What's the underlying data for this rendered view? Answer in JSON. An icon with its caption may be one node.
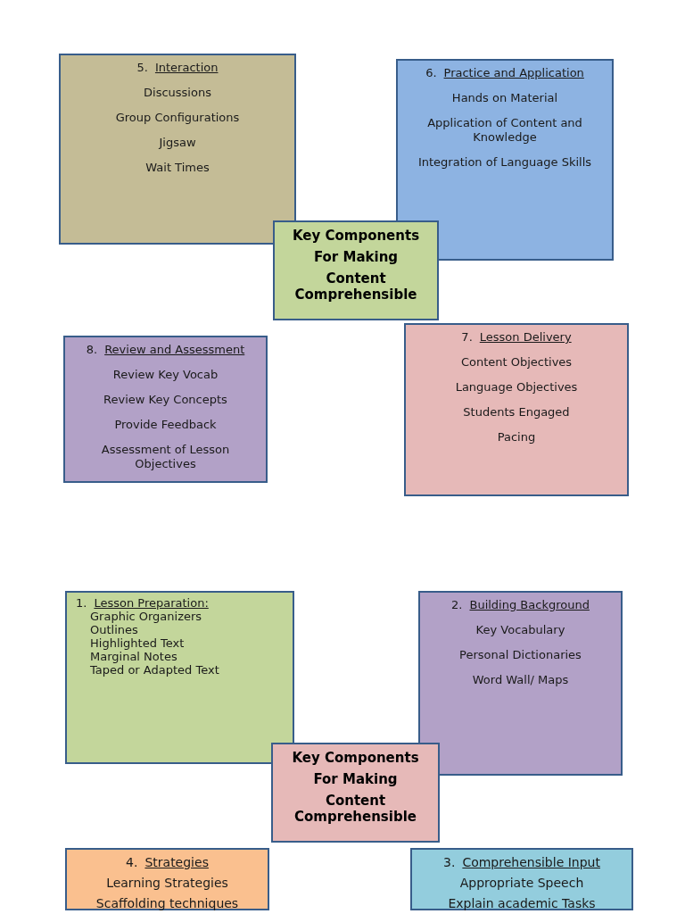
{
  "diagram": {
    "nodes": [
      {
        "text": [
          "5.",
          "Interaction",
          "Discussions",
          "Group Configurations",
          "Jigsaw",
          "Wait Times"
        ]
      },
      {
        "text": [
          "6.",
          "Practice and Application",
          "Hands on Material",
          "Application of Content and Knowledge",
          "Integration of Language Skills"
        ]
      },
      {
        "text": [
          "Key Components",
          "For Making",
          "Content Comprehensible"
        ]
      },
      {
        "text": [
          "7.",
          "Lesson Delivery",
          "Content Objectives",
          "Language Objectives",
          "Students Engaged",
          "Pacing"
        ]
      },
      {
        "text": [
          "8.",
          "Review and Assessment",
          "Review Key Vocab",
          "Review Key Concepts",
          "Provide Feedback",
          "Assessment of Lesson Objectives"
        ]
      },
      {
        "text": [
          "1.",
          "Lesson Preparation:",
          "Graphic Organizers",
          "Outlines",
          "Highlighted Text",
          "Marginal Notes",
          "Taped or Adapted Text"
        ]
      },
      {
        "text": [
          "2.",
          "Building Background",
          "Key Vocabulary",
          "Personal Dictionaries",
          "Word Wall/ Maps"
        ]
      },
      {
        "text": [
          "Key Components",
          "For Making",
          "Content Comprehensible"
        ]
      },
      {
        "text": [
          "4.",
          "Strategies",
          "Learning Strategies",
          "Scaffolding techniques"
        ]
      },
      {
        "text": [
          "3.",
          "Comprehensible Input",
          "Appropriate Speech",
          "Explain academic Tasks"
        ]
      }
    ]
  }
}
